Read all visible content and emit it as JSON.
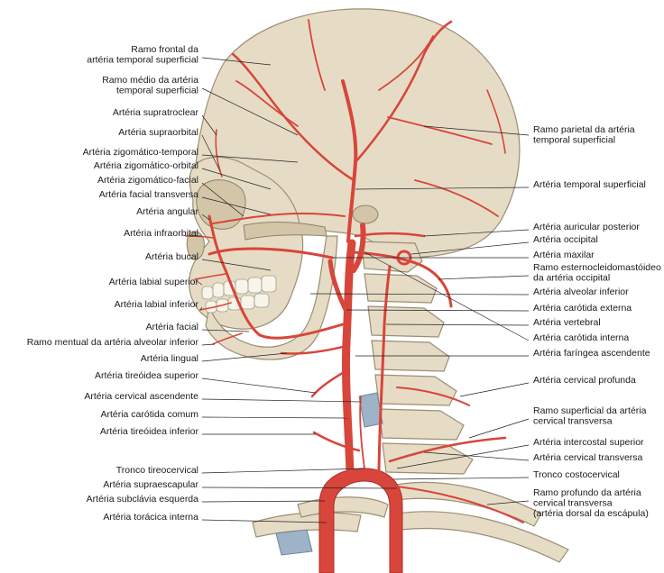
{
  "figure": {
    "labels_left": [
      [
        "Ramo frontal da",
        "artéria temporal superficial"
      ],
      [
        "Ramo médio da artéria",
        "temporal superficial"
      ],
      [
        "Artéria supratroclear"
      ],
      [
        "Artéria supraorbital"
      ],
      [
        "Artéria zigomático-temporal"
      ],
      [
        "Artéria zigomático-orbital"
      ],
      [
        "Artéria zigomático-facial"
      ],
      [
        "Artéria facial transversa"
      ],
      [
        "Artéria angular"
      ],
      [
        "Artéria infraorbital"
      ],
      [
        "Artéria bucal"
      ],
      [
        "Artéria labial superior"
      ],
      [
        "Artéria labial inferior"
      ],
      [
        "Artéria facial"
      ],
      [
        "Ramo mentual da artéria alveolar inferior"
      ],
      [
        "Artéria lingual"
      ],
      [
        "Artéria tireóidea superior"
      ],
      [
        "Artéria cervical ascendente"
      ],
      [
        "Artéria carótida comum"
      ],
      [
        "Artéria tireóidea inferior"
      ],
      [
        "Tronco tireocervical"
      ],
      [
        "Artéria supraescapular"
      ],
      [
        "Artéria subclávia esquerda"
      ],
      [
        "Artéria torácica interna"
      ]
    ],
    "labels_right": [
      [
        "Ramo parietal da artéria",
        "temporal superficial"
      ],
      [
        "Artéria temporal superficial"
      ],
      [
        "Artéria auricular posterior"
      ],
      [
        "Artéria occipital"
      ],
      [
        "Artéria maxilar"
      ],
      [
        "Ramo esternocleidomastóideo",
        "da artéria occipital"
      ],
      [
        "Artéria alveolar inferior"
      ],
      [
        "Artéria carótida externa"
      ],
      [
        "Artéria vertebral"
      ],
      [
        "Artéria carótida interna"
      ],
      [
        "Artéria faríngea ascendente"
      ],
      [
        "Artéria cervical profunda"
      ],
      [
        "Ramo superficial da artéria",
        "cervical transversa"
      ],
      [
        "Artéria intercostal superior"
      ],
      [
        "Artéria cervical transversa"
      ],
      [
        "Tronco costocervical"
      ],
      [
        "Ramo profundo da artéria",
        "cervical transversa",
        "(artéria dorsal da escápula)"
      ]
    ],
    "colors": {
      "artery": "#d8453a",
      "bone": "#e6dcc6",
      "cartilage": "#9fb3c8",
      "text": "#1a1a1a"
    }
  }
}
